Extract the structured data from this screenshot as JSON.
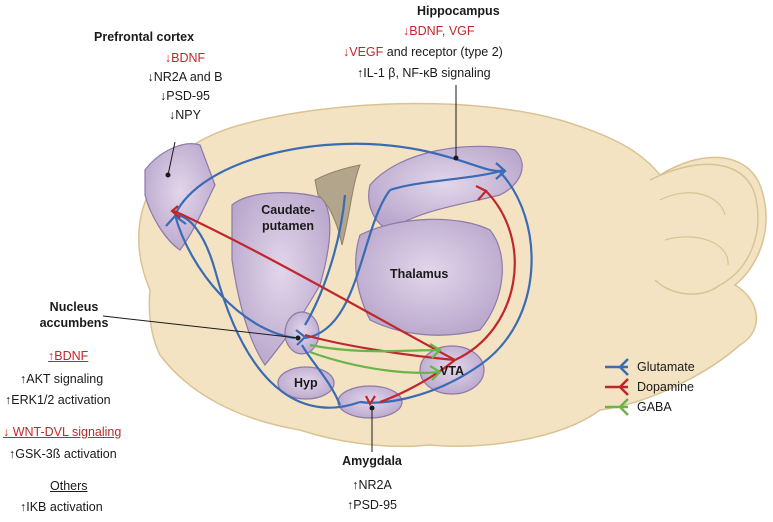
{
  "regions": {
    "prefrontal_cortex": {
      "title": "Prefrontal cortex",
      "lines": [
        {
          "arrow": "↓",
          "text": "BDNF",
          "color": "red"
        },
        {
          "arrow": "↓",
          "text": "NR2A and B",
          "color": "black"
        },
        {
          "arrow": "↓",
          "text": "PSD-95",
          "color": "black"
        },
        {
          "arrow": "↓",
          "text": "NPY",
          "color": "black"
        }
      ]
    },
    "hippocampus": {
      "title": "Hippocampus",
      "line1": "↓BDNF, VGF",
      "line2_red": "↓VEGF",
      "line2_black": " and receptor (type 2)",
      "line3": "↑IL-1 β, NF-κB signaling"
    },
    "nucleus_accumbens": {
      "title_line1": "Nucleus",
      "title_line2": "accumbens",
      "group1_header": "↑BDNF",
      "group1": [
        "↑AKT signaling",
        "↑ERK1/2 activation"
      ],
      "group2_header": "↓ WNT-DVL signaling",
      "group2": [
        "↑GSK-3ß activation"
      ],
      "group3_header": "Others",
      "group3": [
        "↑IKB activation"
      ]
    },
    "amygdala": {
      "title": "Amygdala",
      "lines": [
        "↑NR2A",
        "↑PSD-95"
      ]
    }
  },
  "brain_labels": {
    "caudate_line1": "Caudate-",
    "caudate_line2": "putamen",
    "thalamus": "Thalamus",
    "vta": "VTA",
    "hyp": "Hyp"
  },
  "legend": [
    {
      "name": "Glutamate",
      "color": "#3a6bb5"
    },
    {
      "name": "Dopamine",
      "color": "#c0272d"
    },
    {
      "name": "GABA",
      "color": "#6bb44a"
    }
  ],
  "colors": {
    "brain_fill": "#f3e3c2",
    "region_fill": "#c9b8d8",
    "region_stroke": "#8d7aa7",
    "glutamate": "#3a6bb5",
    "dopamine": "#c0272d",
    "gaba": "#6bb44a"
  }
}
